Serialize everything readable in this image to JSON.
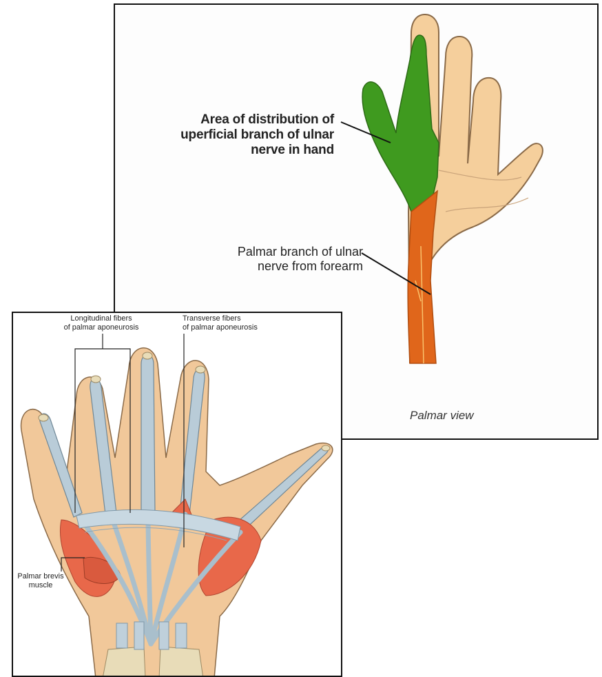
{
  "top_panel": {
    "label_area_distribution": [
      "Area of distribution of",
      "uperficial branch of ulnar",
      "nerve in hand"
    ],
    "label_palmar_branch": [
      "Palmar branch of ulnar",
      "nerve from forearm"
    ],
    "caption": "Palmar view",
    "colors": {
      "superficial_branch_area": "#3f9a1f",
      "palmar_branch_area": "#e0661b",
      "skin": "#f5cf9c",
      "outline": "#7a5a3a"
    }
  },
  "bottom_panel": {
    "label_longitudinal": [
      "Longitudinal fibers",
      "of palmar aponeurosis"
    ],
    "label_transverse": [
      "Transverse fibers",
      "of palmar aponeurosis"
    ],
    "label_palmar_brevis": [
      "Palmar brevis",
      "muscle"
    ],
    "colors": {
      "aponeurosis": "#b9ccd8",
      "muscle": "#e8684a",
      "skin": "#f1c89a",
      "bone": "#e8dcb8"
    }
  }
}
